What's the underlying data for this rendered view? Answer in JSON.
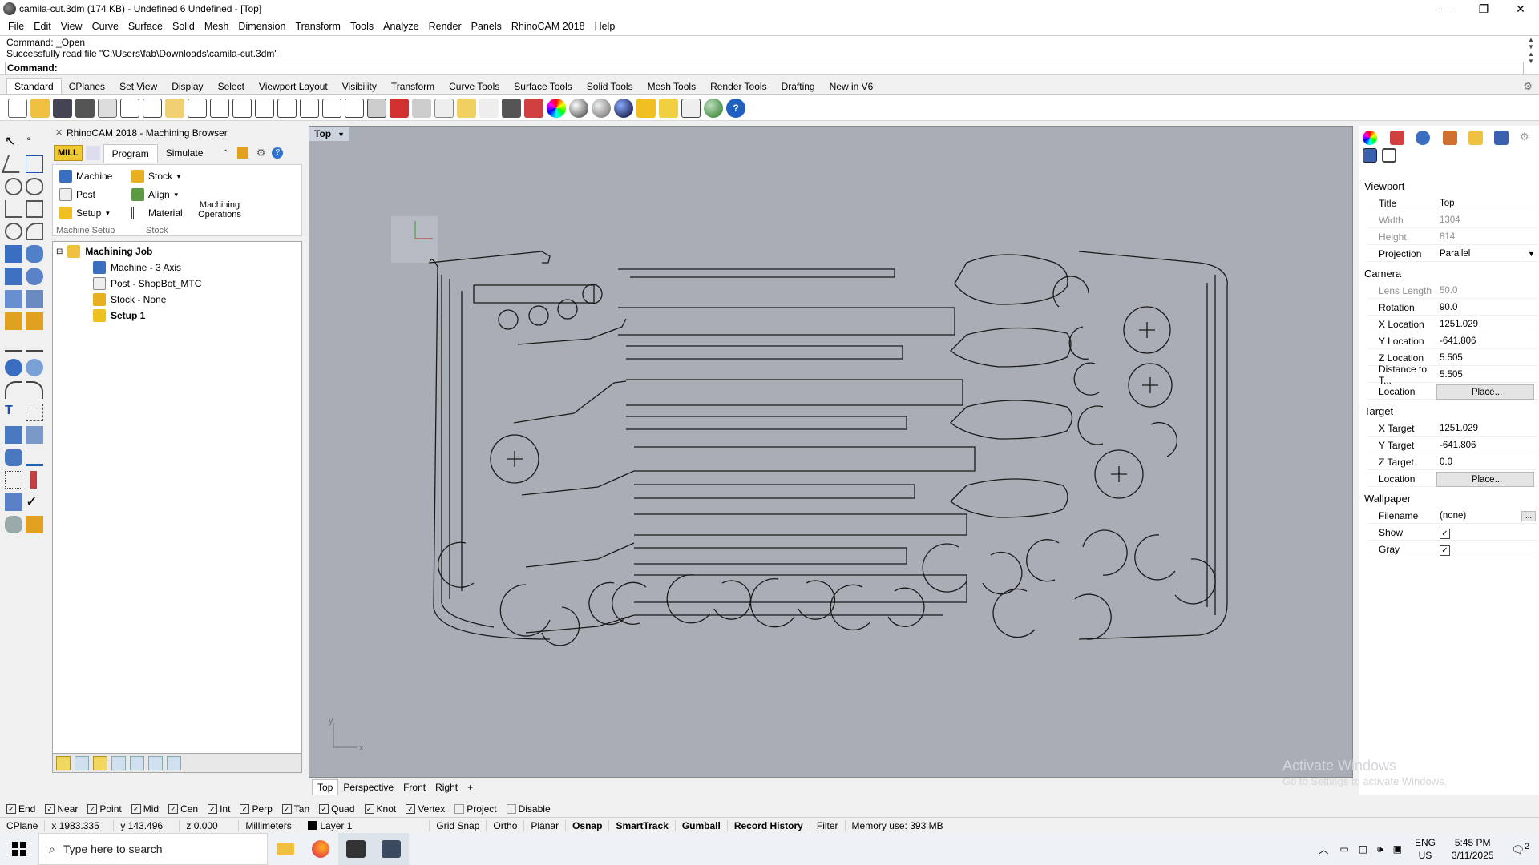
{
  "window": {
    "title": "camila-cut.3dm (174 KB) - Undefined 6 Undefined - [Top]",
    "min": "—",
    "max": "❐",
    "close": "✕"
  },
  "menu": [
    "File",
    "Edit",
    "View",
    "Curve",
    "Surface",
    "Solid",
    "Mesh",
    "Dimension",
    "Transform",
    "Tools",
    "Analyze",
    "Render",
    "Panels",
    "RhinoCAM 2018",
    "Help"
  ],
  "command": {
    "line1": "Command: _Open",
    "line2": "Successfully read file \"C:\\Users\\fab\\Downloads\\camila-cut.3dm\"",
    "prompt": "Command:"
  },
  "tabs": [
    "Standard",
    "CPlanes",
    "Set View",
    "Display",
    "Select",
    "Viewport Layout",
    "Visibility",
    "Transform",
    "Curve Tools",
    "Surface Tools",
    "Solid Tools",
    "Mesh Tools",
    "Render Tools",
    "Drafting",
    "New in V6"
  ],
  "browser": {
    "title": "RhinoCAM 2018 - Machining Browser",
    "close": "✕",
    "mill": "MILL",
    "tab_program": "Program",
    "tab_simulate": "Simulate",
    "machine": "Machine",
    "post": "Post",
    "setup": "Setup",
    "stock": "Stock",
    "align": "Align",
    "material": "Material",
    "machining_ops": "Machining Operations",
    "group_machine_setup": "Machine Setup",
    "group_stock": "Stock",
    "tree": {
      "root": "Machining Job",
      "machine": "Machine - 3 Axis",
      "post": "Post - ShopBot_MTC",
      "stock": "Stock - None",
      "setup": "Setup 1",
      "expander": "⊟"
    }
  },
  "viewport": {
    "title": "Top",
    "axis_x": "x",
    "axis_y": "y"
  },
  "viewport_tabs": [
    "Top",
    "Perspective",
    "Front",
    "Right",
    "+"
  ],
  "props": {
    "viewport_header": "Viewport",
    "title_label": "Title",
    "title_value": "Top",
    "width_label": "Width",
    "width_value": "1304",
    "height_label": "Height",
    "height_value": "814",
    "projection_label": "Projection",
    "projection_value": "Parallel",
    "camera_header": "Camera",
    "lens_label": "Lens Length",
    "lens_value": "50.0",
    "rotation_label": "Rotation",
    "rotation_value": "90.0",
    "xloc_label": "X Location",
    "xloc_value": "1251.029",
    "yloc_label": "Y Location",
    "yloc_value": "-641.806",
    "zloc_label": "Z Location",
    "zloc_value": "5.505",
    "dist_label": "Distance to T...",
    "dist_value": "5.505",
    "loc_label": "Location",
    "place": "Place...",
    "target_header": "Target",
    "xt_label": "X Target",
    "xt_value": "1251.029",
    "yt_label": "Y Target",
    "yt_value": "-641.806",
    "zt_label": "Z Target",
    "zt_value": "0.0",
    "tloc_label": "Location",
    "wallpaper_header": "Wallpaper",
    "filename_label": "Filename",
    "filename_value": "(none)",
    "browse": "...",
    "show_label": "Show",
    "gray_label": "Gray"
  },
  "activate": {
    "line1": "Activate Windows",
    "line2": "Go to Settings to activate Windows."
  },
  "snaps": [
    {
      "label": "End",
      "on": true
    },
    {
      "label": "Near",
      "on": true
    },
    {
      "label": "Point",
      "on": true
    },
    {
      "label": "Mid",
      "on": true
    },
    {
      "label": "Cen",
      "on": true
    },
    {
      "label": "Int",
      "on": true
    },
    {
      "label": "Perp",
      "on": true
    },
    {
      "label": "Tan",
      "on": true
    },
    {
      "label": "Quad",
      "on": true
    },
    {
      "label": "Knot",
      "on": true
    },
    {
      "label": "Vertex",
      "on": true
    },
    {
      "label": "Project",
      "on": false
    },
    {
      "label": "Disable",
      "on": false
    }
  ],
  "status": {
    "cplane": "CPlane",
    "x": "x 1983.335",
    "y": "y 143.496",
    "z": "z 0.000",
    "units": "Millimeters",
    "layer": "Layer 1",
    "grid": "Grid Snap",
    "ortho": "Ortho",
    "planar": "Planar",
    "osnap": "Osnap",
    "smarttrack": "SmartTrack",
    "gumball": "Gumball",
    "history": "Record History",
    "filter": "Filter",
    "memory": "Memory use: 393 MB"
  },
  "taskbar": {
    "search": "Type here to search",
    "lang1": "ENG",
    "lang2": "US",
    "time": "5:45 PM",
    "date": "3/11/2025",
    "notif": "2"
  },
  "colors": {
    "viewport_bg": "#a9adb5",
    "mill": "#f0c830",
    "line": "#1a1a1a"
  }
}
